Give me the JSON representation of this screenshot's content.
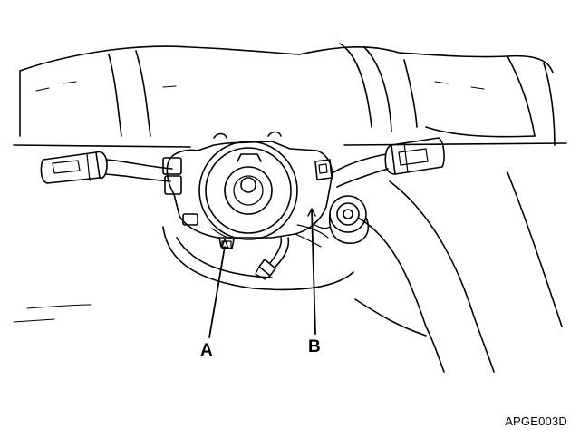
{
  "figure": {
    "callouts": [
      {
        "id": "A",
        "label": "A"
      },
      {
        "id": "B",
        "label": "B"
      }
    ],
    "figure_code": "APGE003D"
  },
  "colors": {
    "ink": "#000000",
    "paper": "#ffffff"
  }
}
